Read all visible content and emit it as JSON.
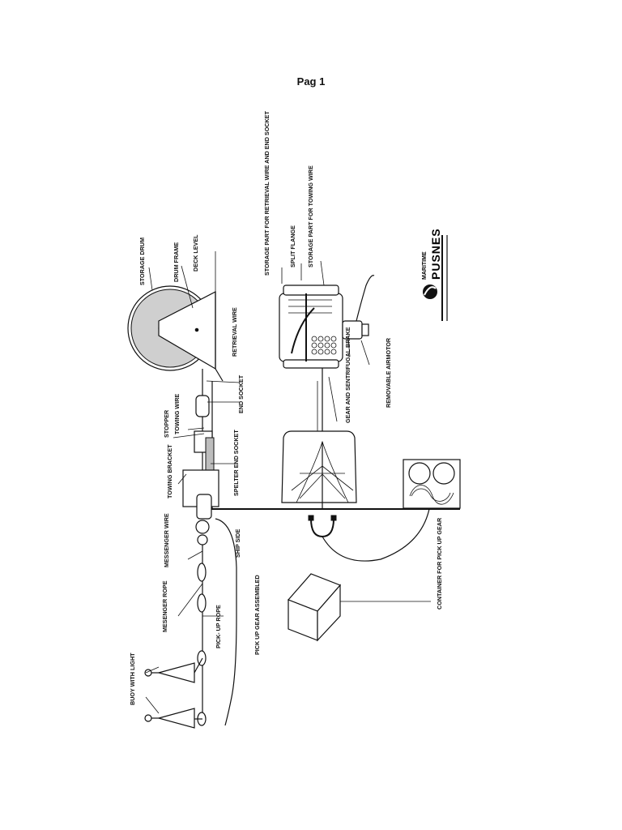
{
  "page": {
    "title": "Pag 1"
  },
  "labels": {
    "storage_drum": "STORAGE DRUM",
    "drum_frame": "DRUM FRAME",
    "deck_level": "DECK LEVEL",
    "retrieval_wire": "RETRIEVAL WIRE",
    "end_socket": "END SOCKET",
    "stopper": "STOPPER",
    "towing_wire": "TOWING WIRE",
    "towing_bracket": "TOWING BRACKET",
    "spelter_end_socket": "SPELTER END SOCKET",
    "messenger_wire": "MESSENGER WIRE",
    "ship_side": "SHIP SIDE",
    "mesenger_rope": "MESENGER ROPE",
    "pick_up_rope": "PICK- UP ROPE",
    "pick_up_gear_assembled": "PICK UP GEAR ASSEMBLED",
    "buoy_with_light": "BUOY WITH LIGHT",
    "storage_part_retrieval": "STORAGE PART FOR RETRIEVAL WIRE AND END SOCKET",
    "split_flange": "SPLIT FLANGE",
    "storage_part_towing": "STORAGE PART FOR TOWING WIRE",
    "removable_airmotor": "REMOVABLE AIRMOTOR",
    "gear_and_brake": "GEAR AND SENTRIFUGAL BRAKE",
    "container": "CONTAINER FOR PICK UP GEAR"
  },
  "logo": {
    "line1": "MARITIME",
    "line2": "PUSNES"
  }
}
